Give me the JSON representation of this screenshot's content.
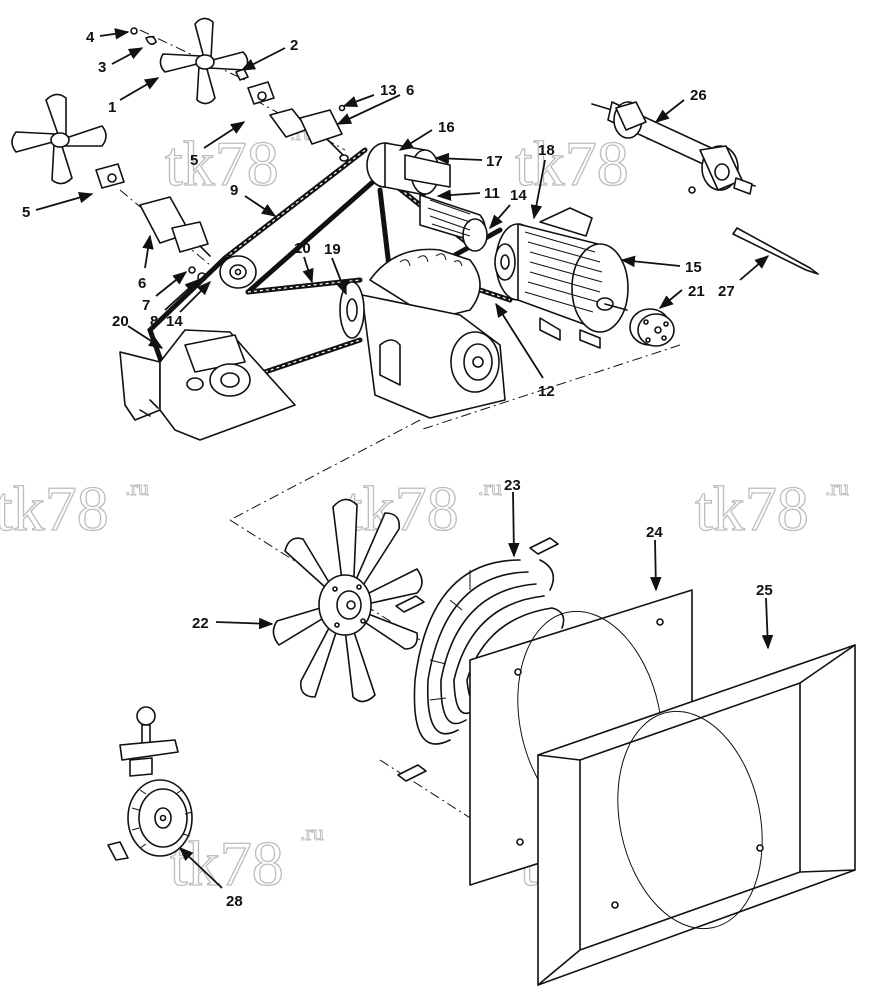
{
  "watermark": {
    "text": "tk78",
    "suffix": ".ru"
  },
  "callouts": [
    {
      "label": "1"
    },
    {
      "label": "2"
    },
    {
      "label": "3"
    },
    {
      "label": "4"
    },
    {
      "label": "5"
    },
    {
      "label": "5"
    },
    {
      "label": "6"
    },
    {
      "label": "6"
    },
    {
      "label": "7"
    },
    {
      "label": "8"
    },
    {
      "label": "9"
    },
    {
      "label": "10"
    },
    {
      "label": "11"
    },
    {
      "label": "12"
    },
    {
      "label": "13"
    },
    {
      "label": "14"
    },
    {
      "label": "14"
    },
    {
      "label": "15"
    },
    {
      "label": "16"
    },
    {
      "label": "17"
    },
    {
      "label": "18"
    },
    {
      "label": "19"
    },
    {
      "label": "20"
    },
    {
      "label": "21"
    },
    {
      "label": "22"
    },
    {
      "label": "23"
    },
    {
      "label": "24"
    },
    {
      "label": "25"
    },
    {
      "label": "26"
    },
    {
      "label": "27"
    },
    {
      "label": "28"
    }
  ]
}
